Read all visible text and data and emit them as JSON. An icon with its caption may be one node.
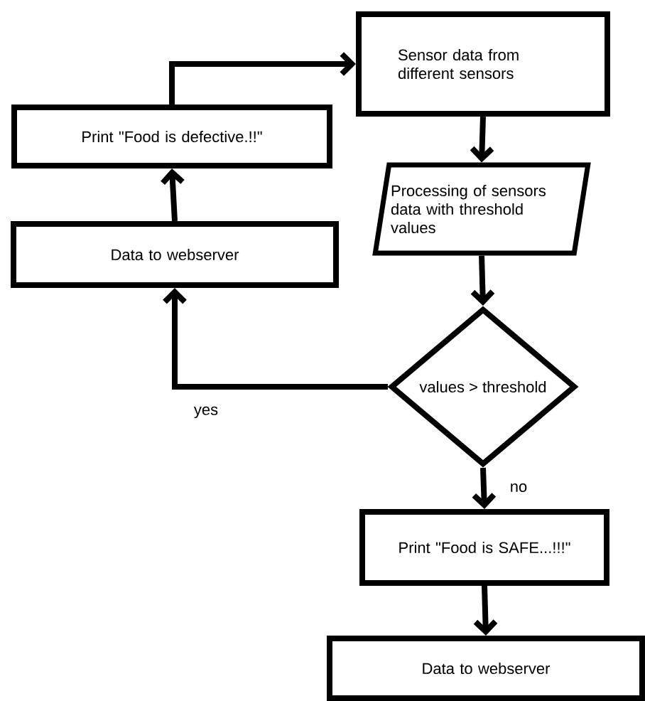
{
  "diagram": {
    "nodes": [
      {
        "text": [
          "Sensor data from different sensors"
        ]
      },
      {
        "text": [
          "Processing of sensors data with threshold values"
        ]
      },
      {
        "text": [
          "values > threshold"
        ]
      },
      {
        "text": [
          "Print \"Food is SAFE...!!!\""
        ]
      },
      {
        "text": [
          "Data to webserver"
        ]
      },
      {
        "text": [
          "Data to webserver"
        ]
      },
      {
        "text": [
          "Print \"Food is defective.!!\""
        ]
      }
    ],
    "edges": [
      {
        "from": 0,
        "to": 1,
        "arrow": "to"
      },
      {
        "from": 1,
        "to": 2,
        "arrow": "to"
      },
      {
        "from": 2,
        "to": 3,
        "arrow": "to",
        "label": "no"
      },
      {
        "from": 3,
        "to": 4,
        "arrow": "to"
      },
      {
        "from": 2,
        "to": 5,
        "arrow": "to",
        "label": "yes"
      },
      {
        "from": 5,
        "to": 6,
        "arrow": "to"
      },
      {
        "from": 6,
        "to": 0,
        "arrow": "to"
      }
    ]
  }
}
